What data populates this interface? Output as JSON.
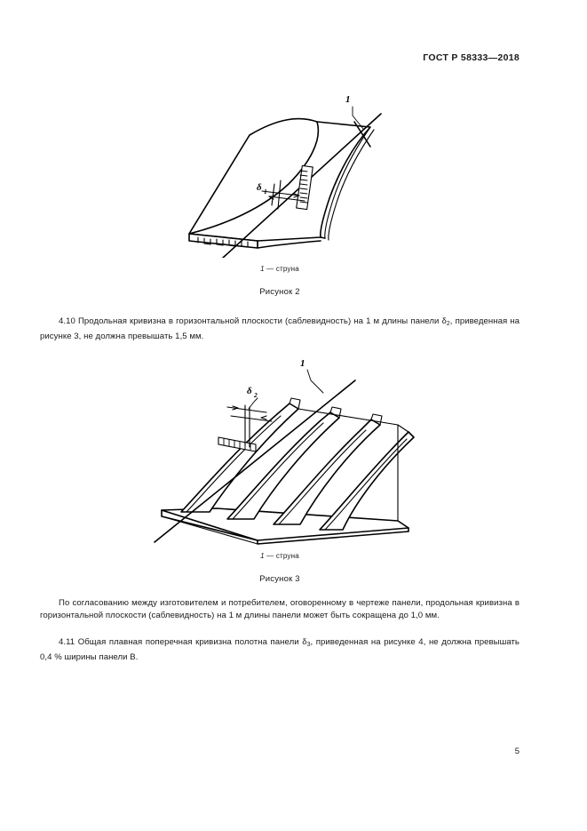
{
  "document": {
    "header": "ГОСТ Р 58333—2018",
    "page_number": "5"
  },
  "figures": [
    {
      "id": "figure-2",
      "caption": "Рисунок 2",
      "key_label": "1",
      "key_dash": "—",
      "key_text": "струна",
      "callout": "1",
      "dimension_symbol": "δ",
      "dimension_subscript": "1",
      "description": "Изометрическое изображение панели с продольной кривизной и натянутой струной"
    },
    {
      "id": "figure-3",
      "caption": "Рисунок 3",
      "key_label": "1",
      "key_dash": "—",
      "key_text": "струна",
      "callout": "1",
      "dimension_symbol": "δ",
      "dimension_subscript": "2",
      "description": "Изометрическое изображение ребристой панели с саблевидностью и натянутой струной"
    }
  ],
  "paragraphs": {
    "p410": {
      "number": "4.10",
      "before_symbol": "Продольная кривизна в горизонтальной плоскости (саблевидность) на 1 м длины панели ",
      "symbol": "δ",
      "subscript": "2",
      "after_symbol": ", приведенная на рисунке 3, не должна превышать 1,5 мм."
    },
    "p_agreement": {
      "text": "По согласованию между изготовителем и потребителем, оговоренному в чертеже панели, продольная кривизна в горизонтальной плоскости (саблевидность) на 1 м длины панели может быть сокращена до 1,0 мм."
    },
    "p411": {
      "number": "4.11",
      "before_symbol": "Общая плавная поперечная кривизна полотна панели ",
      "symbol": "δ",
      "subscript": "3",
      "after_symbol": ", приведенная на рисунке 4, не должна превышать 0,4 % ширины панели В."
    }
  }
}
